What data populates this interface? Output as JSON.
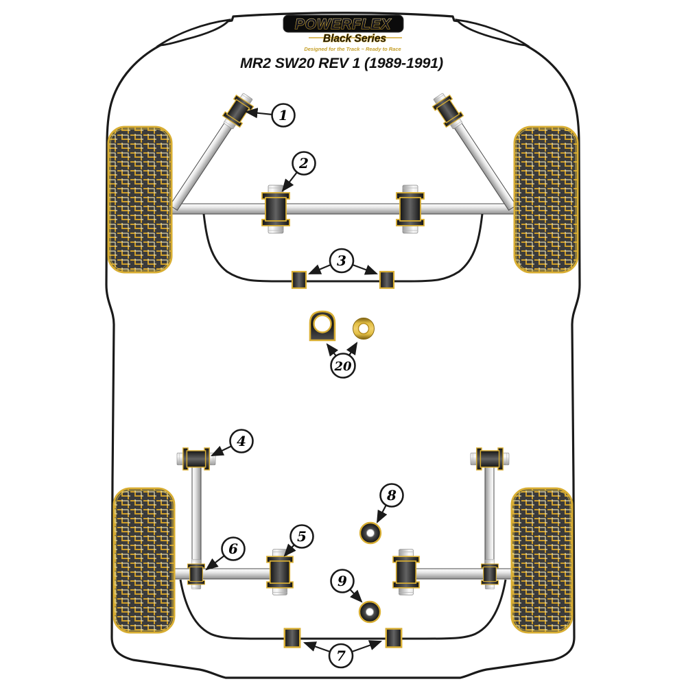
{
  "logo": {
    "brand": "POWERFLEX",
    "series": "Black Series",
    "tagline": "Designed for the Track ~ Ready to Race"
  },
  "title": "MR2 SW20 REV 1 (1989-1991)",
  "callouts": [
    {
      "label": "1"
    },
    {
      "label": "2"
    },
    {
      "label": "3"
    },
    {
      "label": "4"
    },
    {
      "label": "5"
    },
    {
      "label": "6"
    },
    {
      "label": "7"
    },
    {
      "label": "8"
    },
    {
      "label": "9"
    },
    {
      "label": "20"
    }
  ],
  "colors": {
    "gold": "#D8AE33",
    "pale_gold": "#E8DDAE",
    "tire_dark": "#3B3B3B",
    "outline": "#1A1A1A",
    "logo_background": "#0B0B0B",
    "callout_fill": "#FFFFFF",
    "metal_light": "#F5F5F5",
    "metal_dark": "#8F8F8F"
  }
}
